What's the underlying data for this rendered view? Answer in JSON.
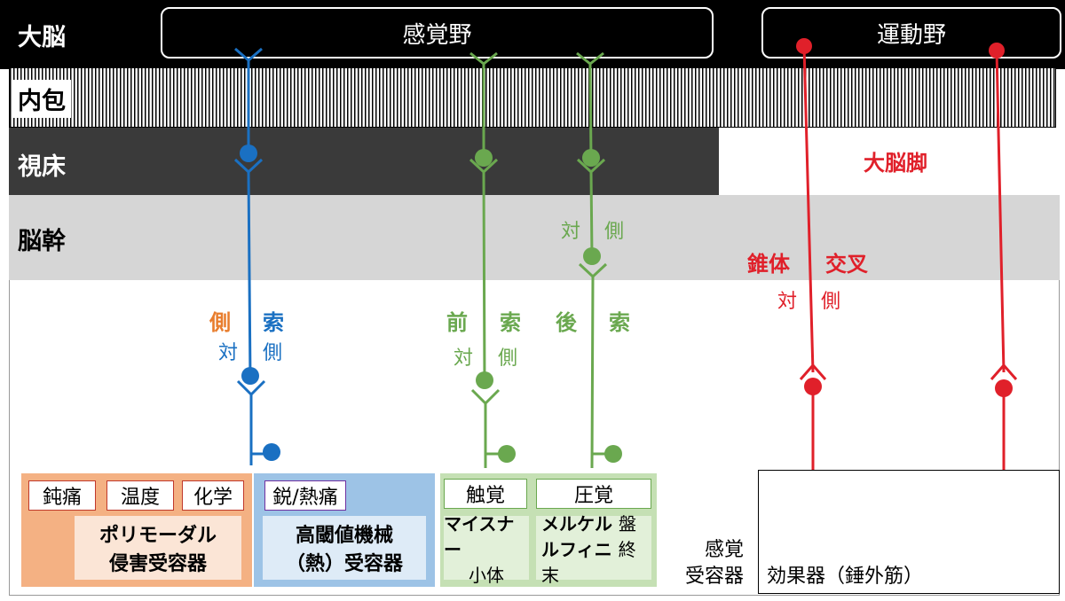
{
  "rows": {
    "cerebrum": "大脳",
    "internal_capsule": "内包",
    "thalamus": "視床",
    "brainstem": "脳幹"
  },
  "cortex": {
    "sensory": "感覚野",
    "motor": "運動野"
  },
  "labels": {
    "cerebral_peduncle": "大脳脚",
    "pyramidal_1": "錐体",
    "pyramidal_2": "交叉",
    "contralateral_1": "対",
    "contralateral_2": "側",
    "lateral_1": "側",
    "lateral_2": "索",
    "anterior_1": "前",
    "anterior_2": "索",
    "posterior_1": "後",
    "posterior_2": "索"
  },
  "receptors": {
    "orange_tags": [
      "鈍痛",
      "温度",
      "化学"
    ],
    "orange_main_1": "ポリモーダル",
    "orange_main_2": "侵害受容器",
    "blue_tag": "鋭/熱痛",
    "blue_main_1": "高閾値機械",
    "blue_main_2": "（熱）受容器",
    "green_tag_1": "触覚",
    "green_tag_2": "圧覚",
    "meissner_1": "マイスナー",
    "meissner_2": "小体",
    "merkel_1": "メルケル",
    "merkel_1b": "盤",
    "ruffini_1": "ルフィニ",
    "ruffini_1b": "終末",
    "sensory_receptor_1": "感覚",
    "sensory_receptor_2": "受容器",
    "effector": "効果器（錘外筋）"
  },
  "colors": {
    "blue": "#1a70c2",
    "green": "#6aa84f",
    "red": "#e0202a",
    "orange": "#e87d2d"
  }
}
